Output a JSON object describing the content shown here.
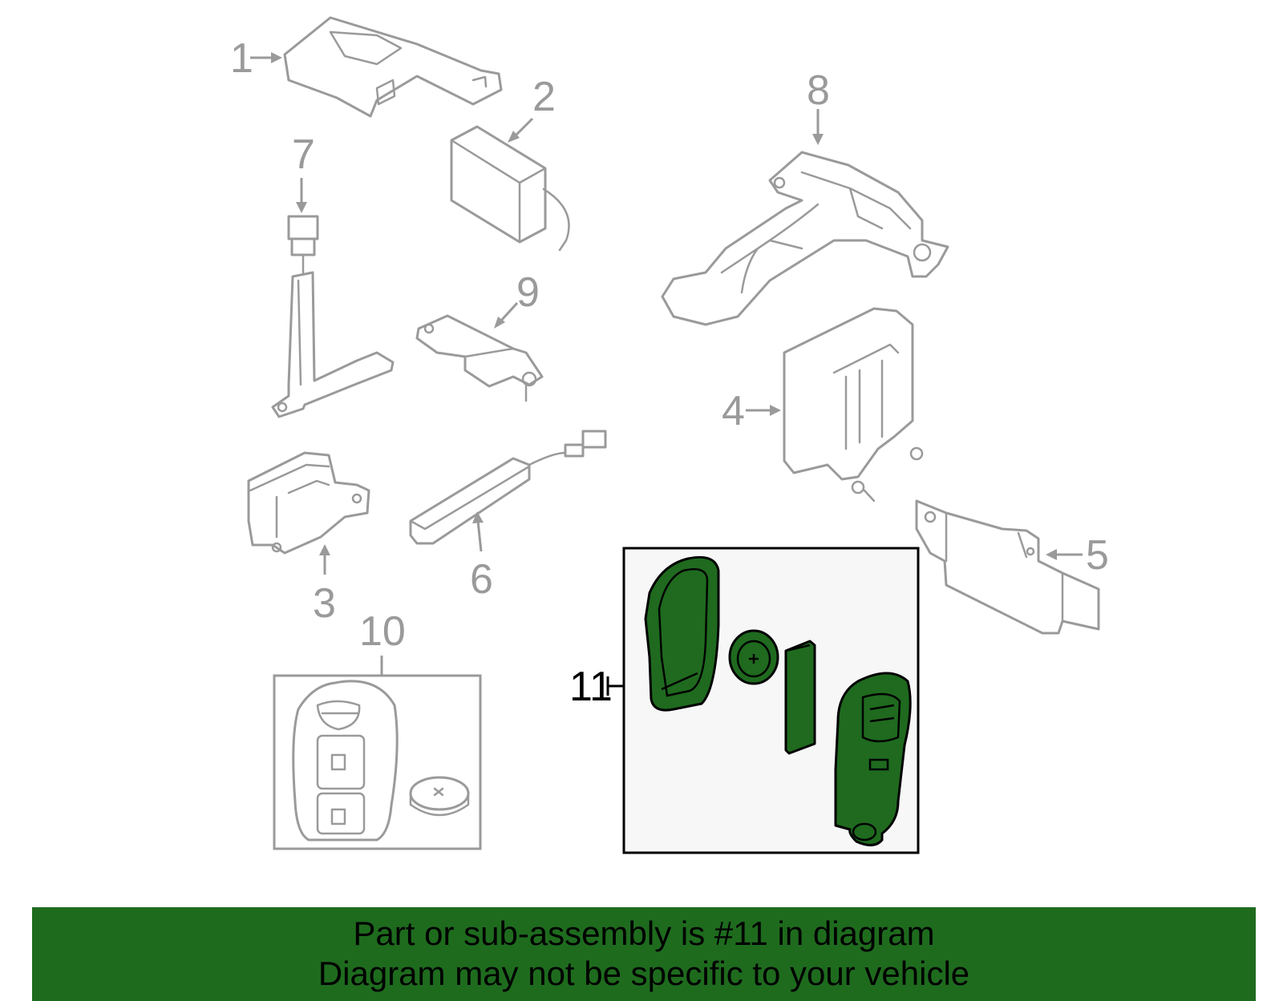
{
  "diagram": {
    "callouts": [
      {
        "id": "1",
        "label": "1"
      },
      {
        "id": "2",
        "label": "2"
      },
      {
        "id": "3",
        "label": "3"
      },
      {
        "id": "4",
        "label": "4"
      },
      {
        "id": "5",
        "label": "5"
      },
      {
        "id": "6",
        "label": "6"
      },
      {
        "id": "7",
        "label": "7"
      },
      {
        "id": "8",
        "label": "8"
      },
      {
        "id": "9",
        "label": "9"
      },
      {
        "id": "10",
        "label": "10"
      },
      {
        "id": "11",
        "label": "11"
      }
    ],
    "highlighted_part": "11",
    "colors": {
      "outline": "#9a9a9a",
      "highlight_fill": "#1f6a1f",
      "banner_bg": "#1e6b1e",
      "inset_bg": "#f7f7f7"
    }
  },
  "banner": {
    "line1": "Part or sub-assembly is #11 in diagram",
    "line2": "Diagram may not be specific to your vehicle"
  }
}
